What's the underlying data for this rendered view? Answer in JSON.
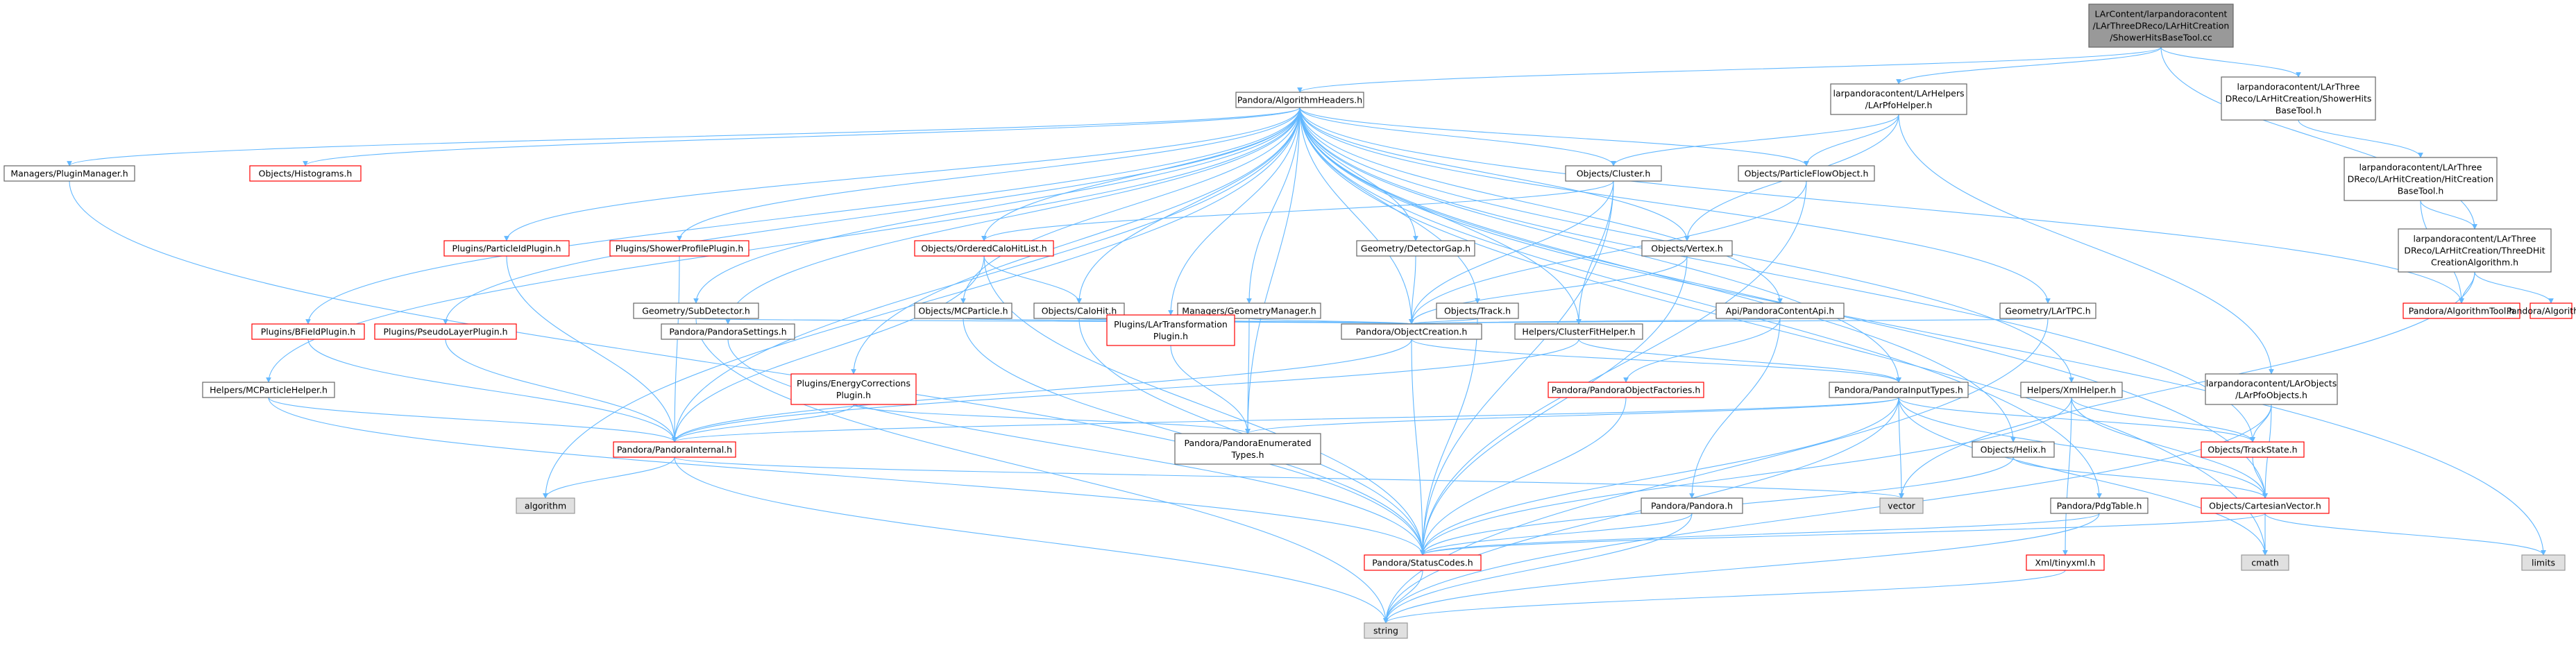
{
  "diagram": {
    "colors": {
      "edge": "#63B8FF",
      "text": "#000000",
      "default_fill": "#ffffff",
      "default_border": "#666666",
      "root_fill": "#999999",
      "root_border": "#666666",
      "error_border": "#ff0000",
      "system_fill": "#e0e0e0",
      "system_border": "#999999"
    },
    "nodes": [
      {
        "id": "root",
        "kind": "root",
        "lines": [
          "LArContent/larpandoracontent",
          "/LArThreeDReco/LArHitCreation",
          "/ShowerHitsBaseTool.cc"
        ]
      },
      {
        "id": "algheaders",
        "kind": "normal",
        "lines": [
          "Pandora/AlgorithmHeaders.h"
        ]
      },
      {
        "id": "pfohelper",
        "kind": "normal",
        "lines": [
          "larpandoracontent/LArHelpers",
          "/LArPfoHelper.h"
        ]
      },
      {
        "id": "showerhits",
        "kind": "normal",
        "lines": [
          "larpandoracontent/LArThree",
          "DReco/LArHitCreation/ShowerHits",
          "BaseTool.h"
        ]
      },
      {
        "id": "pluginmgr",
        "kind": "normal",
        "lines": [
          "Managers/PluginManager.h"
        ]
      },
      {
        "id": "histograms",
        "kind": "error",
        "lines": [
          "Objects/Histograms.h"
        ]
      },
      {
        "id": "cluster",
        "kind": "normal",
        "lines": [
          "Objects/Cluster.h"
        ]
      },
      {
        "id": "pfo",
        "kind": "normal",
        "lines": [
          "Objects/ParticleFlowObject.h"
        ]
      },
      {
        "id": "hitcreationbase",
        "kind": "normal",
        "lines": [
          "larpandoracontent/LArThree",
          "DReco/LArHitCreation/HitCreation",
          "BaseTool.h"
        ]
      },
      {
        "id": "threedhitalg",
        "kind": "normal",
        "lines": [
          "larpandoracontent/LArThree",
          "DReco/LArHitCreation/ThreeDHit",
          "CreationAlgorithm.h"
        ]
      },
      {
        "id": "pidplugin",
        "kind": "error",
        "lines": [
          "Plugins/ParticleIdPlugin.h"
        ]
      },
      {
        "id": "showerprofile",
        "kind": "error",
        "lines": [
          "Plugins/ShowerProfilePlugin.h"
        ]
      },
      {
        "id": "orderedcalo",
        "kind": "error",
        "lines": [
          "Objects/OrderedCaloHitList.h"
        ]
      },
      {
        "id": "detectorgap",
        "kind": "normal",
        "lines": [
          "Geometry/DetectorGap.h"
        ]
      },
      {
        "id": "vertex",
        "kind": "normal",
        "lines": [
          "Objects/Vertex.h"
        ]
      },
      {
        "id": "algtool",
        "kind": "error",
        "lines": [
          "Pandora/AlgorithmTool.h"
        ]
      },
      {
        "id": "algorithm",
        "kind": "error",
        "lines": [
          "Pandora/Algorithm.h"
        ]
      },
      {
        "id": "subdetector",
        "kind": "normal",
        "lines": [
          "Geometry/SubDetector.h"
        ]
      },
      {
        "id": "mcparticle",
        "kind": "normal",
        "lines": [
          "Objects/MCParticle.h"
        ]
      },
      {
        "id": "calohit",
        "kind": "normal",
        "lines": [
          "Objects/CaloHit.h"
        ]
      },
      {
        "id": "geommgr",
        "kind": "normal",
        "lines": [
          "Managers/GeometryManager.h"
        ]
      },
      {
        "id": "track",
        "kind": "normal",
        "lines": [
          "Objects/Track.h"
        ]
      },
      {
        "id": "contentapi",
        "kind": "normal",
        "lines": [
          "Api/PandoraContentApi.h"
        ]
      },
      {
        "id": "lartpc",
        "kind": "normal",
        "lines": [
          "Geometry/LArTPC.h"
        ]
      },
      {
        "id": "bfield",
        "kind": "error",
        "lines": [
          "Plugins/BFieldPlugin.h"
        ]
      },
      {
        "id": "pseudolayer",
        "kind": "error",
        "lines": [
          "Plugins/PseudoLayerPlugin.h"
        ]
      },
      {
        "id": "settings",
        "kind": "normal",
        "lines": [
          "Pandora/PandoraSettings.h"
        ]
      },
      {
        "id": "lartransform",
        "kind": "error",
        "lines": [
          "Plugins/LArTransformation",
          "Plugin.h"
        ]
      },
      {
        "id": "objcreation",
        "kind": "normal",
        "lines": [
          "Pandora/ObjectCreation.h"
        ]
      },
      {
        "id": "clusterfit",
        "kind": "normal",
        "lines": [
          "Helpers/ClusterFitHelper.h"
        ]
      },
      {
        "id": "mchelper",
        "kind": "normal",
        "lines": [
          "Helpers/MCParticleHelper.h"
        ]
      },
      {
        "id": "energycorr",
        "kind": "error",
        "lines": [
          "Plugins/EnergyCorrections",
          "Plugin.h"
        ]
      },
      {
        "id": "objfactories",
        "kind": "error",
        "lines": [
          "Pandora/PandoraObjectFactories.h"
        ]
      },
      {
        "id": "inputtypes",
        "kind": "normal",
        "lines": [
          "Pandora/PandoraInputTypes.h"
        ]
      },
      {
        "id": "xmlhelper",
        "kind": "normal",
        "lines": [
          "Helpers/XmlHelper.h"
        ]
      },
      {
        "id": "larpfoobjects",
        "kind": "normal",
        "lines": [
          "larpandoracontent/LArObjects",
          "/LArPfoObjects.h"
        ]
      },
      {
        "id": "internal",
        "kind": "error",
        "lines": [
          "Pandora/PandoraInternal.h"
        ]
      },
      {
        "id": "enumtypes",
        "kind": "normal",
        "lines": [
          "Pandora/PandoraEnumerated",
          "Types.h"
        ]
      },
      {
        "id": "trackstate",
        "kind": "error",
        "lines": [
          "Objects/TrackState.h"
        ]
      },
      {
        "id": "helix",
        "kind": "normal",
        "lines": [
          "Objects/Helix.h"
        ]
      },
      {
        "id": "algorithmstd",
        "kind": "system",
        "lines": [
          "algorithm"
        ]
      },
      {
        "id": "vector",
        "kind": "system",
        "lines": [
          "vector"
        ]
      },
      {
        "id": "pandorah",
        "kind": "normal",
        "lines": [
          "Pandora/Pandora.h"
        ]
      },
      {
        "id": "pdgtable",
        "kind": "normal",
        "lines": [
          "Pandora/PdgTable.h"
        ]
      },
      {
        "id": "cartesian",
        "kind": "error",
        "lines": [
          "Objects/CartesianVector.h"
        ]
      },
      {
        "id": "statuscodes",
        "kind": "error",
        "lines": [
          "Pandora/StatusCodes.h"
        ]
      },
      {
        "id": "tinyxml",
        "kind": "error",
        "lines": [
          "Xml/tinyxml.h"
        ]
      },
      {
        "id": "cmath",
        "kind": "system",
        "lines": [
          "cmath"
        ]
      },
      {
        "id": "limits",
        "kind": "system",
        "lines": [
          "limits"
        ]
      },
      {
        "id": "string",
        "kind": "system",
        "lines": [
          "string"
        ]
      }
    ],
    "edges": [
      [
        "root",
        "algheaders"
      ],
      [
        "root",
        "pfohelper"
      ],
      [
        "root",
        "showerhits"
      ],
      [
        "root",
        "threedhitalg"
      ],
      [
        "algheaders",
        "pluginmgr"
      ],
      [
        "algheaders",
        "histograms"
      ],
      [
        "algheaders",
        "cluster"
      ],
      [
        "algheaders",
        "pfo"
      ],
      [
        "algheaders",
        "pidplugin"
      ],
      [
        "algheaders",
        "showerprofile"
      ],
      [
        "algheaders",
        "orderedcalo"
      ],
      [
        "algheaders",
        "detectorgap"
      ],
      [
        "algheaders",
        "vertex"
      ],
      [
        "algheaders",
        "algtool"
      ],
      [
        "algheaders",
        "subdetector"
      ],
      [
        "algheaders",
        "mcparticle"
      ],
      [
        "algheaders",
        "calohit"
      ],
      [
        "algheaders",
        "geommgr"
      ],
      [
        "algheaders",
        "track"
      ],
      [
        "algheaders",
        "contentapi"
      ],
      [
        "algheaders",
        "lartpc"
      ],
      [
        "algheaders",
        "bfield"
      ],
      [
        "algheaders",
        "pseudolayer"
      ],
      [
        "algheaders",
        "settings"
      ],
      [
        "algheaders",
        "lartransform"
      ],
      [
        "algheaders",
        "objcreation"
      ],
      [
        "algheaders",
        "clusterfit"
      ],
      [
        "algheaders",
        "mchelper"
      ],
      [
        "algheaders",
        "energycorr"
      ],
      [
        "algheaders",
        "inputtypes"
      ],
      [
        "algheaders",
        "xmlhelper"
      ],
      [
        "algheaders",
        "internal"
      ],
      [
        "algheaders",
        "enumtypes"
      ],
      [
        "algheaders",
        "trackstate"
      ],
      [
        "algheaders",
        "helix"
      ],
      [
        "algheaders",
        "algorithmstd"
      ],
      [
        "algheaders",
        "pdgtable"
      ],
      [
        "algheaders",
        "cartesian"
      ],
      [
        "algheaders",
        "limits"
      ],
      [
        "algheaders",
        "cmath"
      ],
      [
        "pfohelper",
        "cluster"
      ],
      [
        "pfohelper",
        "pfo"
      ],
      [
        "pfohelper",
        "vertex"
      ],
      [
        "pfohelper",
        "larpfoobjects"
      ],
      [
        "showerhits",
        "hitcreationbase"
      ],
      [
        "hitcreationbase",
        "algtool"
      ],
      [
        "hitcreationbase",
        "threedhitalg"
      ],
      [
        "threedhitalg",
        "algorithm"
      ],
      [
        "threedhitalg",
        "algtool"
      ],
      [
        "threedhitalg",
        "vector"
      ],
      [
        "pluginmgr",
        "statuscodes"
      ],
      [
        "cluster",
        "orderedcalo"
      ],
      [
        "cluster",
        "objcreation"
      ],
      [
        "cluster",
        "clusterfit"
      ],
      [
        "cluster",
        "statuscodes"
      ],
      [
        "pfo",
        "objcreation"
      ],
      [
        "pfo",
        "statuscodes"
      ],
      [
        "pidplugin",
        "internal"
      ],
      [
        "showerprofile",
        "internal"
      ],
      [
        "orderedcalo",
        "calohit"
      ],
      [
        "orderedcalo",
        "internal"
      ],
      [
        "orderedcalo",
        "statuscodes"
      ],
      [
        "detectorgap",
        "objcreation"
      ],
      [
        "vertex",
        "objcreation"
      ],
      [
        "vertex",
        "statuscodes"
      ],
      [
        "subdetector",
        "objcreation"
      ],
      [
        "subdetector",
        "string"
      ],
      [
        "mcparticle",
        "objcreation"
      ],
      [
        "mcparticle",
        "statuscodes"
      ],
      [
        "calohit",
        "objcreation"
      ],
      [
        "calohit",
        "statuscodes"
      ],
      [
        "geommgr",
        "objcreation"
      ],
      [
        "geommgr",
        "enumtypes"
      ],
      [
        "track",
        "objcreation"
      ],
      [
        "track",
        "statuscodes"
      ],
      [
        "contentapi",
        "objcreation"
      ],
      [
        "contentapi",
        "objfactories"
      ],
      [
        "contentapi",
        "pandorah"
      ],
      [
        "lartpc",
        "objcreation"
      ],
      [
        "lartpc",
        "string"
      ],
      [
        "bfield",
        "internal"
      ],
      [
        "pseudolayer",
        "internal"
      ],
      [
        "settings",
        "statuscodes"
      ],
      [
        "lartransform",
        "enumtypes"
      ],
      [
        "objcreation",
        "internal"
      ],
      [
        "objcreation",
        "inputtypes"
      ],
      [
        "objcreation",
        "statuscodes"
      ],
      [
        "clusterfit",
        "inputtypes"
      ],
      [
        "clusterfit",
        "internal"
      ],
      [
        "mchelper",
        "internal"
      ],
      [
        "mchelper",
        "statuscodes"
      ],
      [
        "energycorr",
        "internal"
      ],
      [
        "energycorr",
        "enumtypes"
      ],
      [
        "objfactories",
        "statuscodes"
      ],
      [
        "inputtypes",
        "internal"
      ],
      [
        "inputtypes",
        "enumtypes"
      ],
      [
        "inputtypes",
        "trackstate"
      ],
      [
        "inputtypes",
        "cartesian"
      ],
      [
        "inputtypes",
        "vector"
      ],
      [
        "inputtypes",
        "statuscodes"
      ],
      [
        "inputtypes",
        "string"
      ],
      [
        "inputtypes",
        "cmath"
      ],
      [
        "xmlhelper",
        "trackstate"
      ],
      [
        "xmlhelper",
        "cartesian"
      ],
      [
        "xmlhelper",
        "statuscodes"
      ],
      [
        "xmlhelper",
        "tinyxml"
      ],
      [
        "larpfoobjects",
        "trackstate"
      ],
      [
        "larpfoobjects",
        "cartesian"
      ],
      [
        "larpfoobjects",
        "string"
      ],
      [
        "internal",
        "algorithmstd"
      ],
      [
        "internal",
        "vector"
      ],
      [
        "internal",
        "string"
      ],
      [
        "trackstate",
        "cartesian"
      ],
      [
        "helix",
        "cartesian"
      ],
      [
        "helix",
        "statuscodes"
      ],
      [
        "pandorah",
        "statuscodes"
      ],
      [
        "pandorah",
        "string"
      ],
      [
        "pdgtable",
        "statuscodes"
      ],
      [
        "pdgtable",
        "string"
      ],
      [
        "cartesian",
        "cmath"
      ],
      [
        "cartesian",
        "limits"
      ],
      [
        "cartesian",
        "statuscodes"
      ],
      [
        "tinyxml",
        "string"
      ],
      [
        "statuscodes",
        "string"
      ]
    ]
  }
}
